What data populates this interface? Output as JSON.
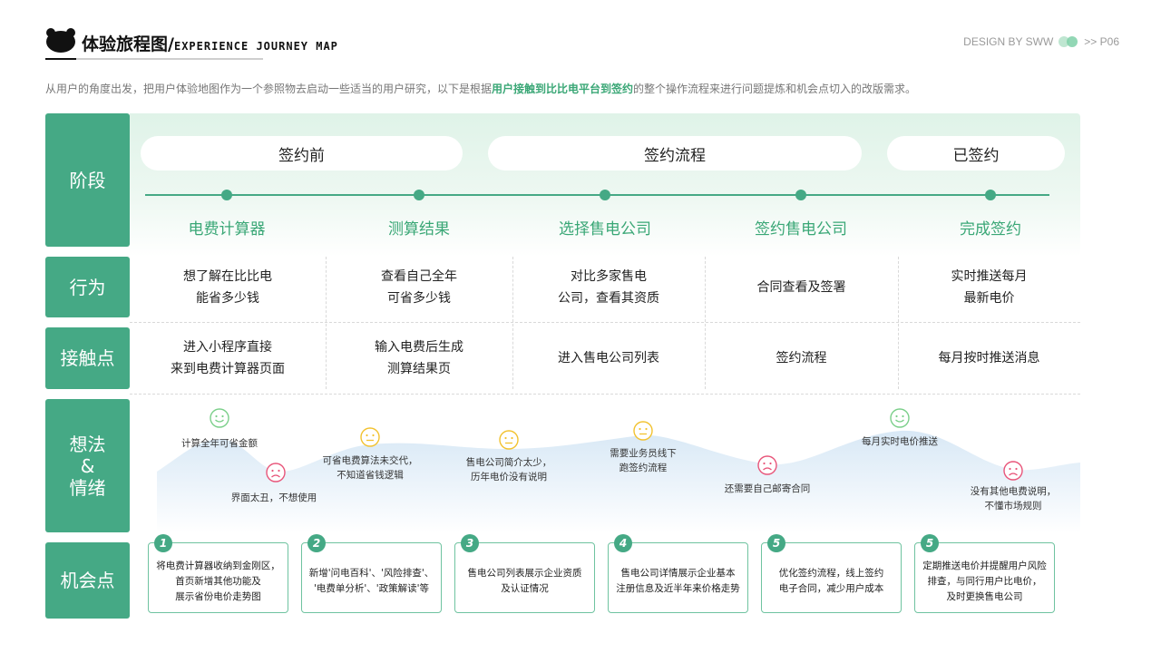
{
  "header": {
    "title_cn": "体验旅程图",
    "title_sep": "/",
    "title_en": "EXPERIENCE JOURNEY MAP",
    "brand": "DESIGN BY SWW",
    "page": ">> P06"
  },
  "intro": {
    "before": "从用户的角度出发，把用户体验地图作为一个参照物去启动一些适当的用户研究，以下是根据",
    "highlight": "用户接触到比比电平台到签约",
    "after": "的整个操作流程来进行问题提炼和机会点切入的改版需求。"
  },
  "row_labels": {
    "stage": "阶段",
    "behavior": "行为",
    "touchpoint": "接触点",
    "emotion_l1": "想法",
    "emotion_l2": "&",
    "emotion_l3": "情绪",
    "opportunity": "机会点"
  },
  "phases": [
    "签约前",
    "签约流程",
    "已签约"
  ],
  "stages": [
    "电费计算器",
    "测算结果",
    "选择售电公司",
    "签约售电公司",
    "完成签约"
  ],
  "behaviors": [
    {
      "l1": "想了解在比比电",
      "l2": "能省多少钱"
    },
    {
      "l1": "查看自己全年",
      "l2": "可省多少钱"
    },
    {
      "l1": "对比多家售电",
      "l2": "公司，查看其资质"
    },
    {
      "l1": "合同查看及签署",
      "l2": ""
    },
    {
      "l1": "实时推送每月",
      "l2": "最新电价"
    }
  ],
  "touchpoints": [
    {
      "l1": "进入小程序直接",
      "l2": "来到电费计算器页面"
    },
    {
      "l1": "输入电费后生成",
      "l2": "测算结果页"
    },
    {
      "l1": "进入售电公司列表",
      "l2": ""
    },
    {
      "l1": "签约流程",
      "l2": ""
    },
    {
      "l1": "每月按时推送消息",
      "l2": ""
    }
  ],
  "emotions": [
    {
      "mood": "happy",
      "l1": "计算全年可省金额",
      "l2": ""
    },
    {
      "mood": "sad",
      "l1": "界面太丑，不想使用",
      "l2": ""
    },
    {
      "mood": "neutral",
      "l1": "可省电费算法未交代，",
      "l2": "不知道省钱逻辑"
    },
    {
      "mood": "neutral",
      "l1": "售电公司简介太少，",
      "l2": "历年电价没有说明"
    },
    {
      "mood": "neutral",
      "l1": "需要业务员线下",
      "l2": "跑签约流程"
    },
    {
      "mood": "sad",
      "l1": "还需要自己邮寄合同",
      "l2": ""
    },
    {
      "mood": "happy",
      "l1": "每月实时电价推送",
      "l2": ""
    },
    {
      "mood": "sad",
      "l1": "没有其他电费说明，",
      "l2": "不懂市场规则"
    }
  ],
  "opportunities": [
    {
      "num": "1",
      "l1": "将电费计算器收纳到金刚区，",
      "l2": "首页新增其他功能及",
      "l3": "展示省份电价走势图"
    },
    {
      "num": "2",
      "l1": "新增'问电百科'、'风险排查'、",
      "l2": "'电费单分析'、'政策解读'等",
      "l3": ""
    },
    {
      "num": "3",
      "l1": "售电公司列表展示企业资质",
      "l2": "及认证情况",
      "l3": ""
    },
    {
      "num": "4",
      "l1": "售电公司详情展示企业基本",
      "l2": "注册信息及近半年来价格走势",
      "l3": ""
    },
    {
      "num": "5",
      "l1": "优化签约流程，线上签约",
      "l2": "电子合同，减少用户成本",
      "l3": ""
    },
    {
      "num": "5",
      "l1": "定期推送电价并提醒用户风险",
      "l2": "排查，与同行用户比电价，",
      "l3": "及时更换售电公司"
    }
  ],
  "colors": {
    "primary": "#45a985",
    "accent_text": "#3aa776",
    "happy": "#7bcf8a",
    "neutral": "#f2c230",
    "sad": "#e8557a"
  }
}
